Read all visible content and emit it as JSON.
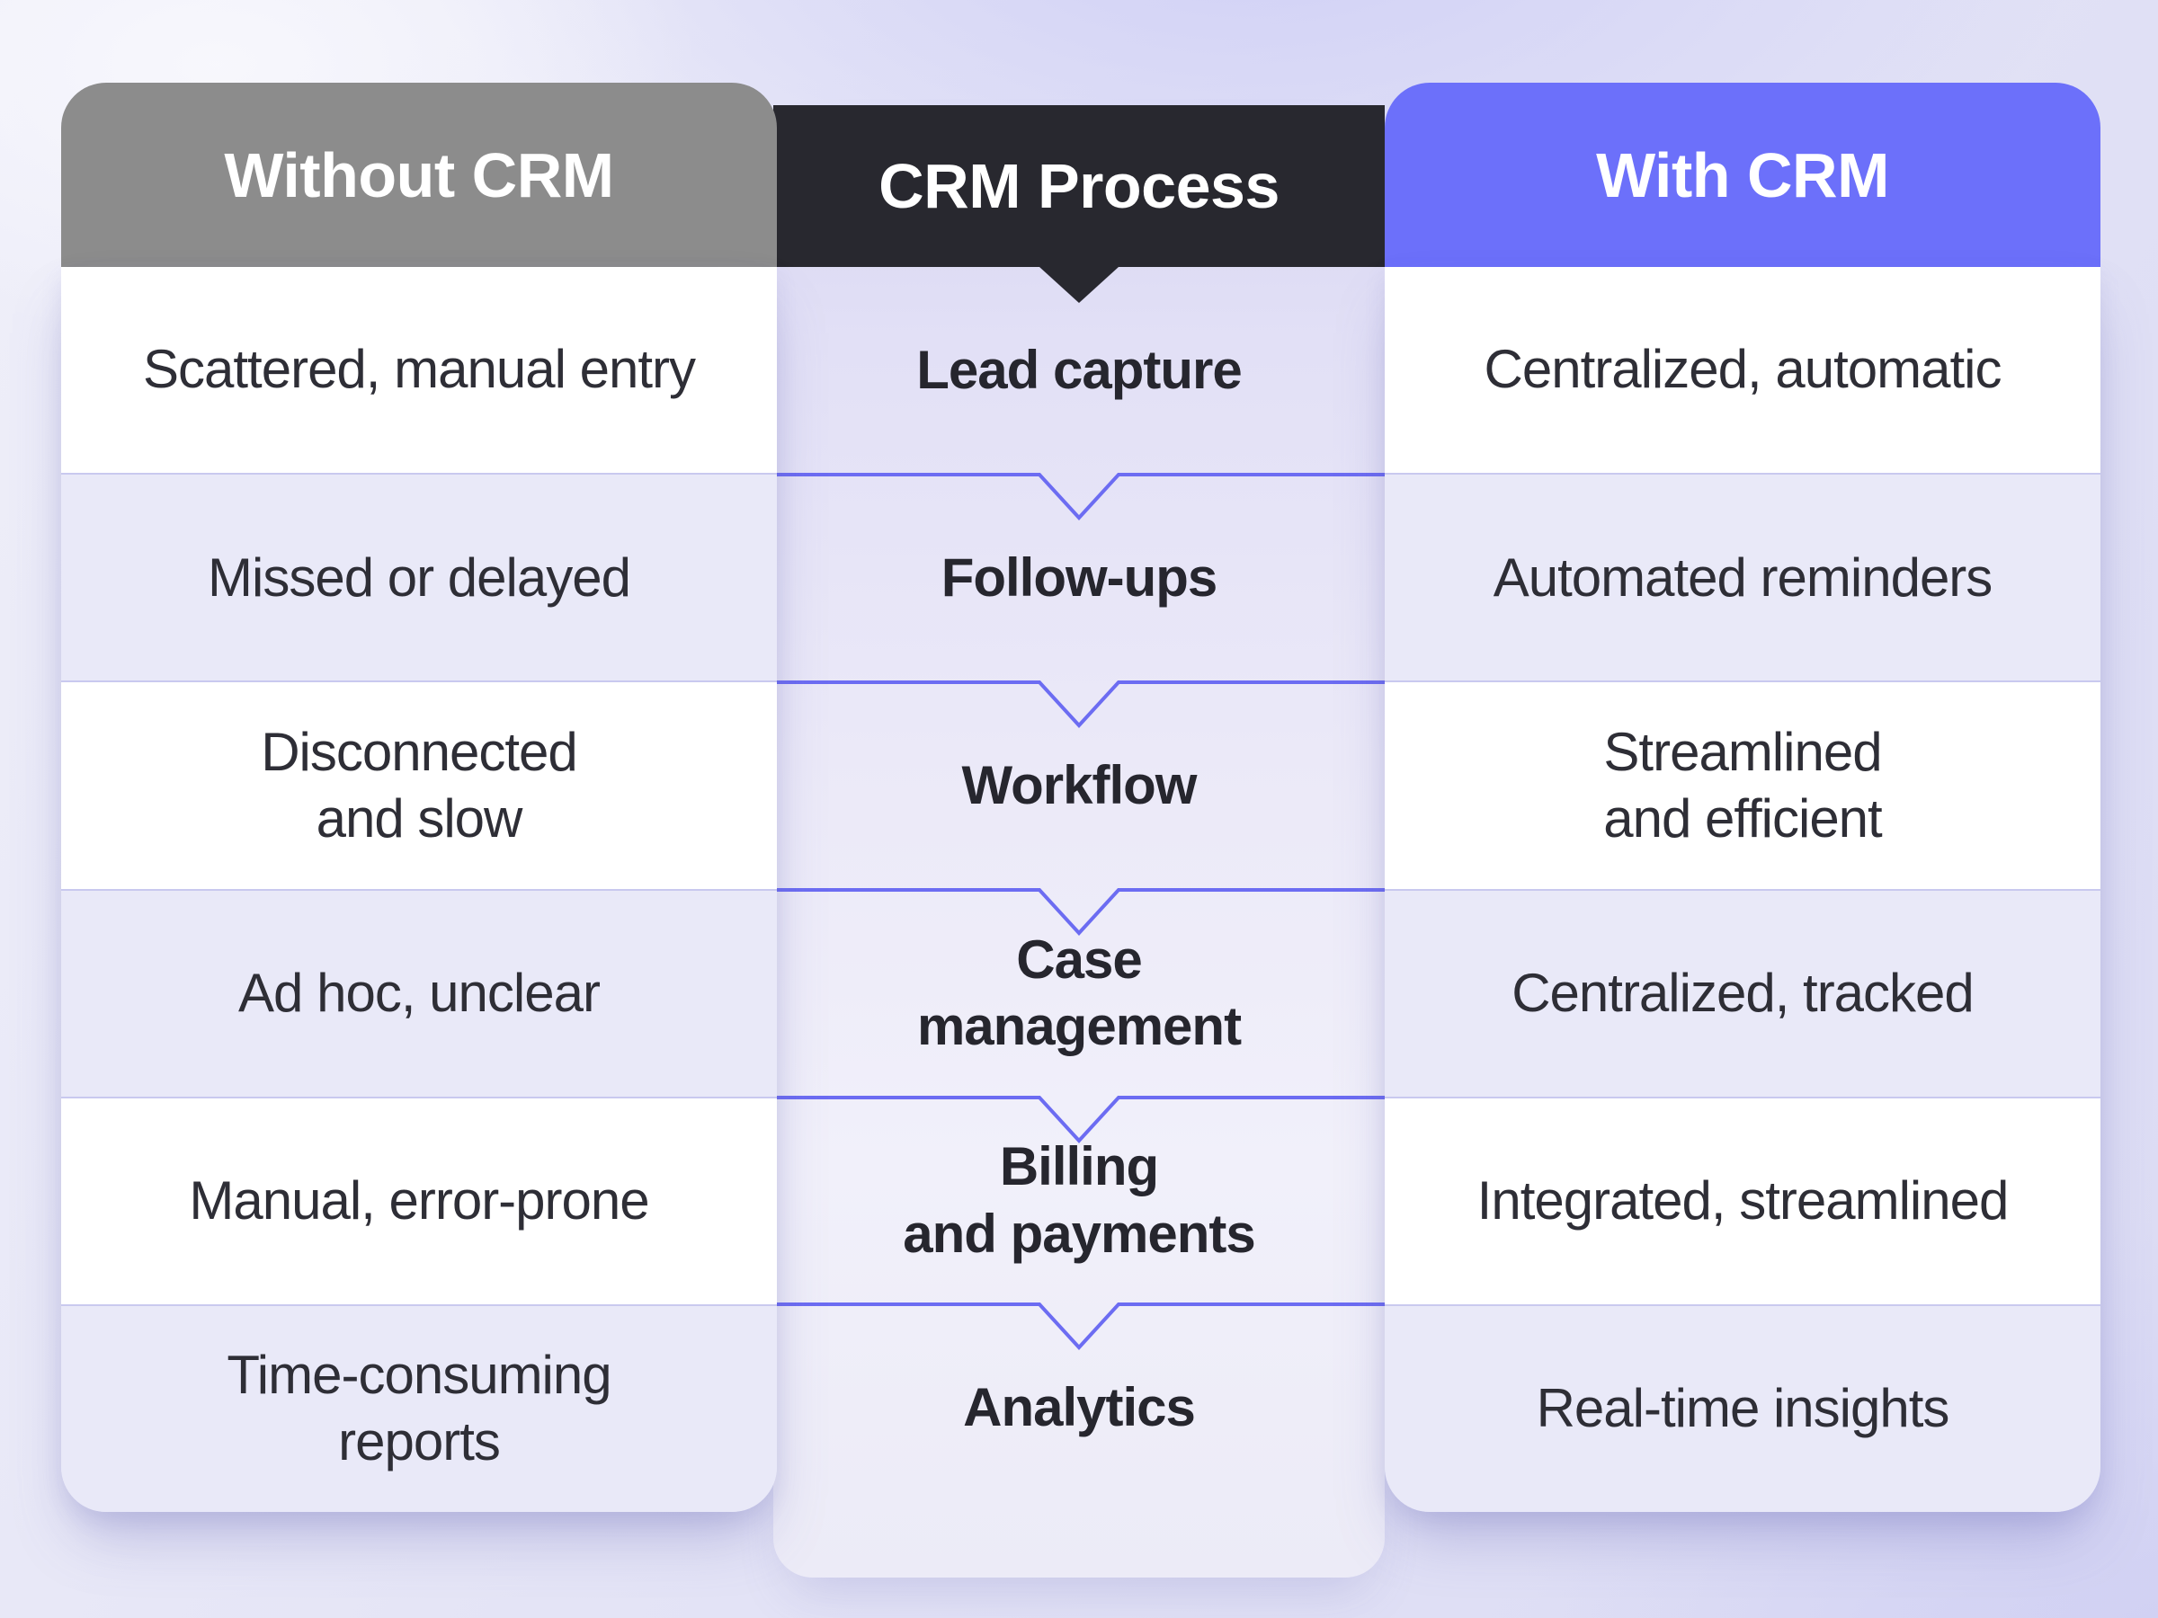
{
  "title": "CRM comparison table",
  "headers": {
    "without": "Without CRM",
    "process": "CRM Process",
    "with": "With CRM"
  },
  "rows": [
    {
      "process": "Lead capture",
      "without": "Scattered, manual entry",
      "with": "Centralized, automatic"
    },
    {
      "process": "Follow-ups",
      "without": "Missed or delayed",
      "with": "Automated reminders"
    },
    {
      "process": "Workflow",
      "without": "Disconnected\nand slow",
      "with": "Streamlined\nand efficient"
    },
    {
      "process": "Case\nmanagement",
      "without": "Ad hoc, unclear",
      "with": "Centralized, tracked"
    },
    {
      "process": "Billing\nand payments",
      "without": "Manual, error-prone",
      "with": "Integrated, streamlined"
    },
    {
      "process": "Analytics",
      "without": "Time-consuming\nreports",
      "with": "Real-time insights"
    }
  ],
  "colors": {
    "gray_header": "#8c8c8c",
    "dark_header": "#28282f",
    "purple_header": "#6c70fa",
    "row_white": "#ffffff",
    "row_lavender": "#e9e9f8",
    "row_divider": "#c9c9ef",
    "chevron_line": "#6c6cf2",
    "text_dark": "#2e2e36",
    "background_top": "#efeff9",
    "background_bottom": "#dbdbf4"
  }
}
